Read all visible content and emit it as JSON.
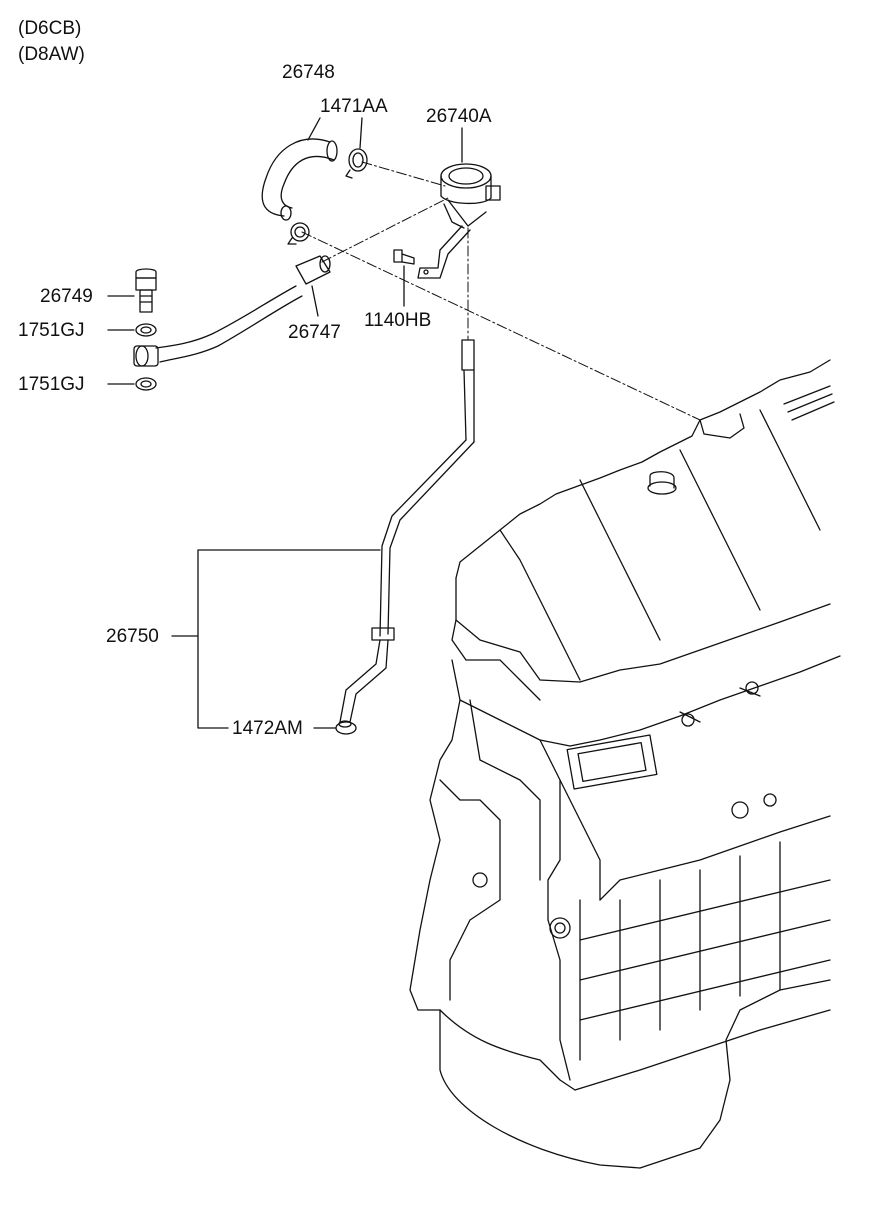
{
  "model_codes": [
    "(D6CB)",
    "(D8AW)"
  ],
  "part_labels": {
    "p26748": "26748",
    "p1471AA": "1471AA",
    "p26740A": "26740A",
    "p26749": "26749",
    "p1751GJ_upper": "1751GJ",
    "p26747": "26747",
    "p1140HB": "1140HB",
    "p1751GJ_lower": "1751GJ",
    "p26750": "26750",
    "p1472AM": "1472AM"
  },
  "colors": {
    "line": "#111111",
    "background": "#ffffff"
  }
}
